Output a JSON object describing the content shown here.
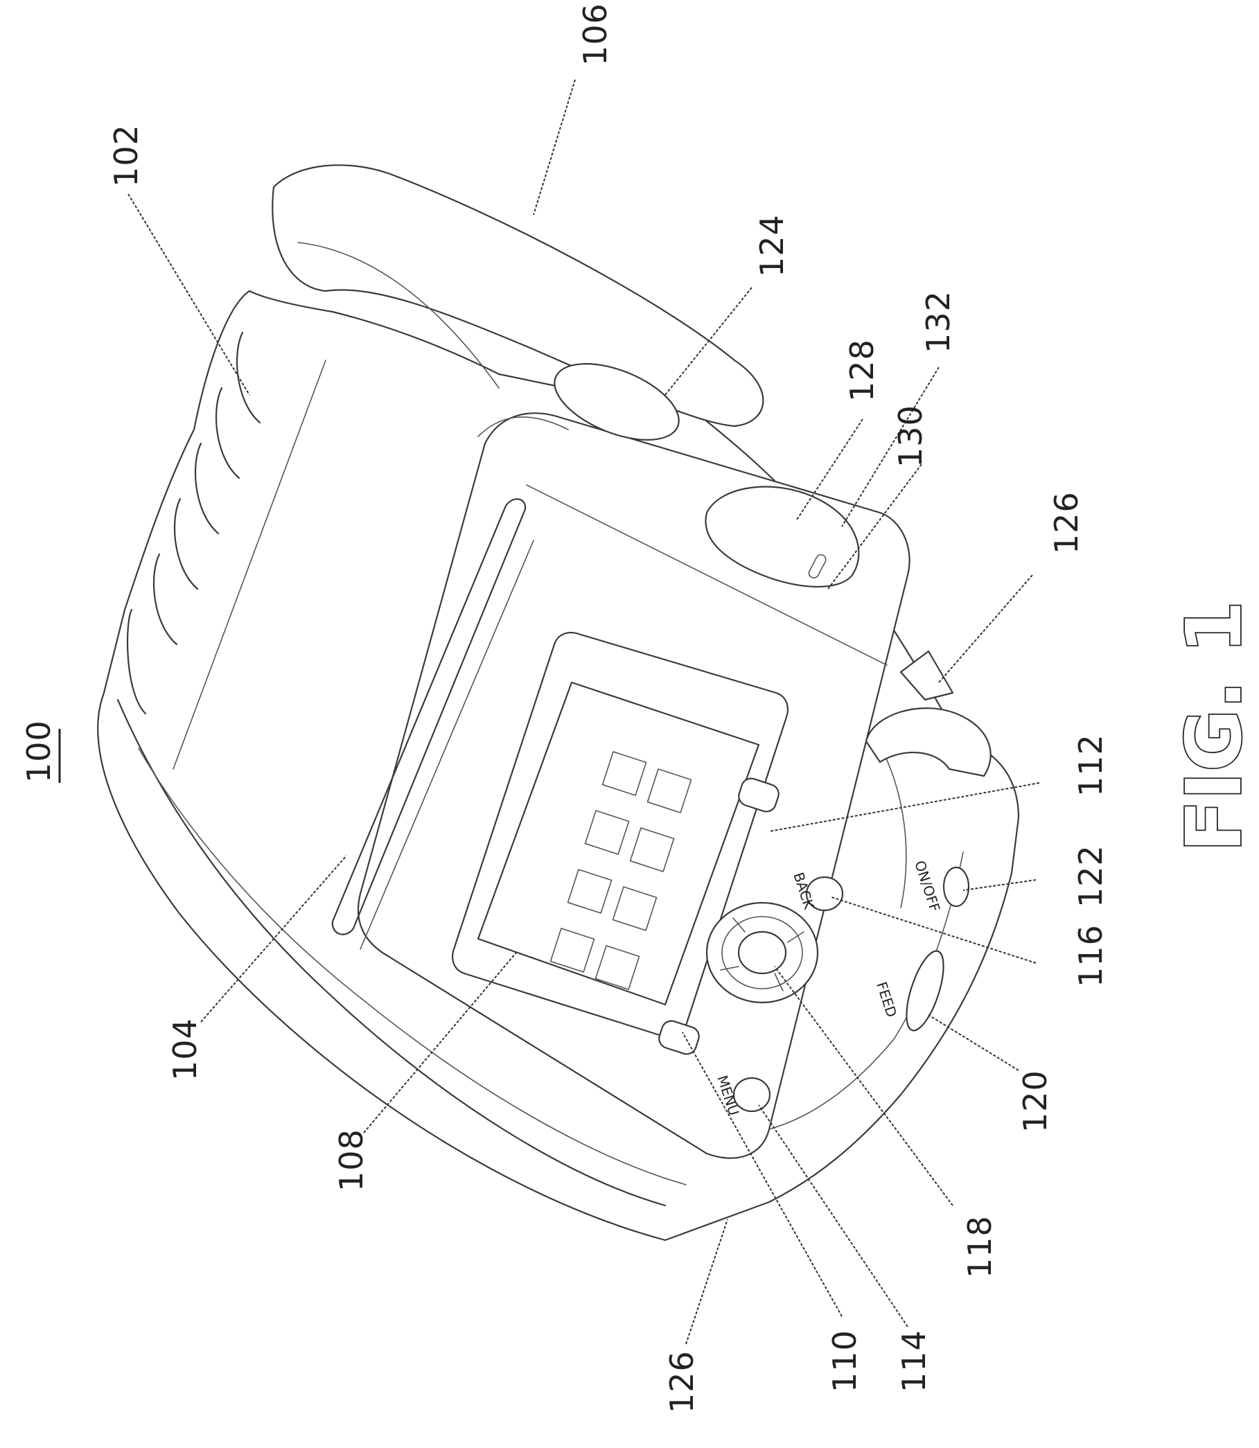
{
  "figure": {
    "number_label": "100",
    "caption": "FIG. 1"
  },
  "button_labels": {
    "back": "BACK",
    "menu": "MENU",
    "on_off": "ON/OFF",
    "feed": "FEED"
  },
  "reference_numerals": {
    "r102": "102",
    "r104": "104",
    "r106": "106",
    "r108": "108",
    "r110": "110",
    "r112": "112",
    "r114": "114",
    "r116": "116",
    "r118": "118",
    "r120": "120",
    "r122": "122",
    "r124": "124",
    "r126_right": "126",
    "r126_bottom": "126",
    "r128": "128",
    "r130": "130",
    "r132": "132"
  }
}
